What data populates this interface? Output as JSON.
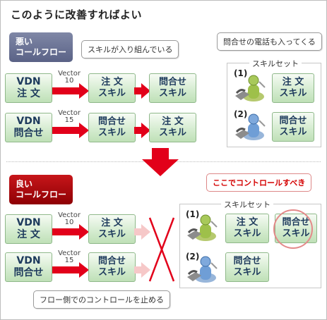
{
  "title": "このように改善すればよい",
  "bad": {
    "label": "悪い\nコールフロー",
    "bubble": "スキルが入り組んでいる",
    "rows": [
      {
        "vdn": [
          "VDN",
          "注 文"
        ],
        "vector_label": "Vector",
        "vector_num": "10",
        "mid_skill": "注 文\nスキル",
        "end_skill": "問合せ\nスキル"
      },
      {
        "vdn": [
          "VDN",
          "問合せ"
        ],
        "vector_label": "Vector",
        "vector_num": "15",
        "mid_skill": "問合せ\nスキル",
        "end_skill": "注 文\nスキル"
      }
    ],
    "skillset": {
      "bubble": "問合せの電話も入ってくる",
      "label": "スキルセット",
      "agents": [
        {
          "num": "(1)",
          "skill": "注 文\nスキル"
        },
        {
          "num": "(2)",
          "skill": "問合せ\nスキル"
        }
      ]
    }
  },
  "good": {
    "label": "良い\nコールフロー",
    "bubble": "ここでコントロールすべき",
    "bottom_bubble": "フロー側でのコントロールを止める",
    "rows": [
      {
        "vdn": [
          "VDN",
          "注 文"
        ],
        "vector_label": "Vector",
        "vector_num": "10",
        "mid_skill": "注 文\nスキル"
      },
      {
        "vdn": [
          "VDN",
          "問合せ"
        ],
        "vector_label": "Vector",
        "vector_num": "15",
        "mid_skill": "問合せ\nスキル"
      }
    ],
    "skillset": {
      "label": "スキルセット",
      "agents": [
        {
          "num": "(1)",
          "skills": [
            "注 文\nスキル",
            "問合せ\nスキル"
          ]
        },
        {
          "num": "(2)",
          "skills": [
            "問合せ\nスキル"
          ]
        }
      ]
    }
  },
  "colors": {
    "arrow_red": "#e2001a",
    "arrow_pale": "#f6c8c8",
    "cross_red": "#e2001a",
    "highlight_circle": "#e48a8a",
    "box_green": "#d3ebce",
    "box_text": "#1d3a5c"
  },
  "icons": [
    "agent-person-phone-icon",
    "down-arrow-icon",
    "cross-icon"
  ]
}
